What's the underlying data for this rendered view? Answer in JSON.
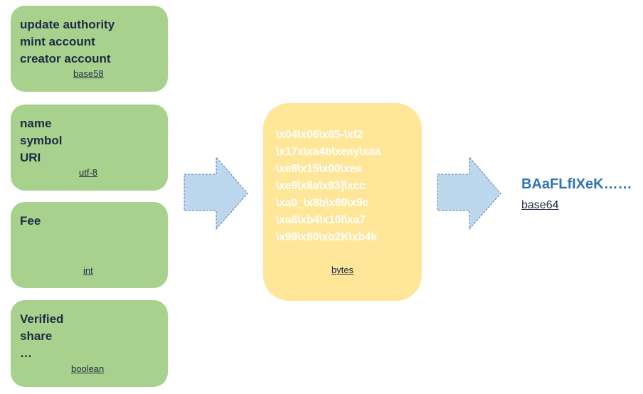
{
  "fields": [
    {
      "lines": [
        "update authority",
        "mint account",
        "creator account"
      ],
      "encoding": "base58"
    },
    {
      "lines": [
        "name",
        "symbol",
        "URI"
      ],
      "encoding": "utf-8"
    },
    {
      "lines": [
        "Fee"
      ],
      "encoding": "int"
    },
    {
      "lines": [
        "Verified",
        "share",
        "…"
      ],
      "encoding": "boolean"
    }
  ],
  "bytes": {
    "lines": [
      "\\x04\\x06\\x85-\\xf2",
      "\\x17x\\xa4b\\xeay\\xaa",
      "\\xe8\\x15\\x00\\xea",
      "\\xe9\\x8a\\x93]\\xcc",
      "\\xa0_\\x8b\\x89\\x9c",
      "\\xa8\\xb4\\x10l\\xa7",
      "\\x99\\x80\\xb2K\\xb4k"
    ],
    "label": "bytes"
  },
  "result": {
    "value": "BAaFLfIXeK……",
    "encoding": "base64"
  },
  "colors": {
    "field_fill": "#a9d18e",
    "bytes_fill": "#ffe699",
    "arrow_fill": "#bdd7ee",
    "result_text": "#2e75b6"
  }
}
